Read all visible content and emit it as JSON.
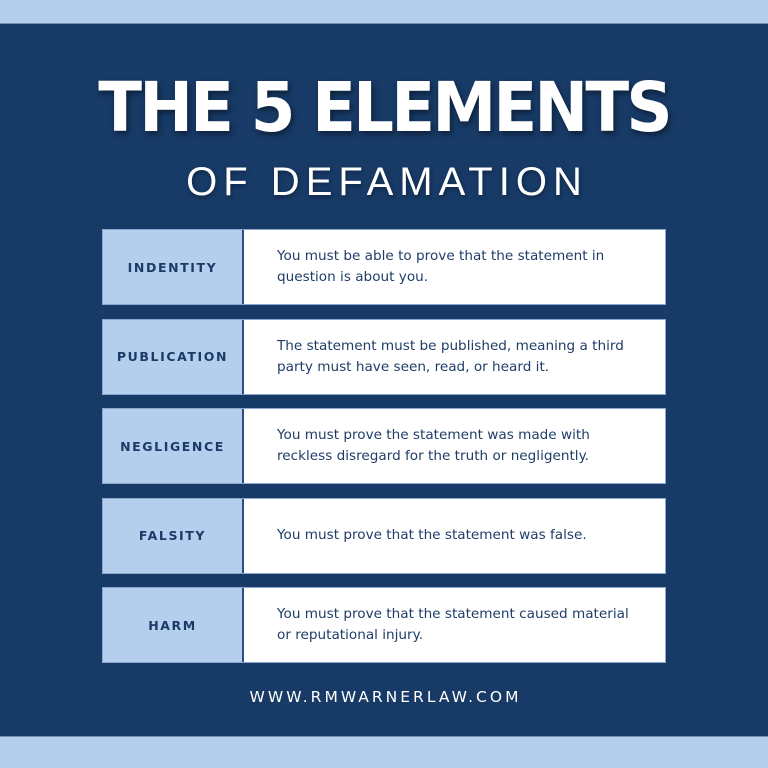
{
  "colors": {
    "background_band": "#b3cfed",
    "panel": "#173a66",
    "label_cell": "#b3cfed",
    "description_cell": "#ffffff",
    "text_dark": "#1b3a66",
    "text_light": "#ffffff"
  },
  "header": {
    "title": "THE 5 ELEMENTS",
    "subtitle": "OF DEFAMATION"
  },
  "elements": [
    {
      "label": "INDENTITY",
      "description": "You must be able to prove that the statement in question is about you."
    },
    {
      "label": "PUBLICATION",
      "description": "The statement must be published, meaning a third party must have seen, read, or heard it."
    },
    {
      "label": "NEGLIGENCE",
      "description": "You must prove the statement was made with reckless disregard for the truth or negligently."
    },
    {
      "label": "FALSITY",
      "description": "You must prove that the statement was false."
    },
    {
      "label": "HARM",
      "description": "You must prove that the statement caused material or reputational injury."
    }
  ],
  "footer": {
    "website": "WWW.RMWARNERLAW.COM"
  }
}
